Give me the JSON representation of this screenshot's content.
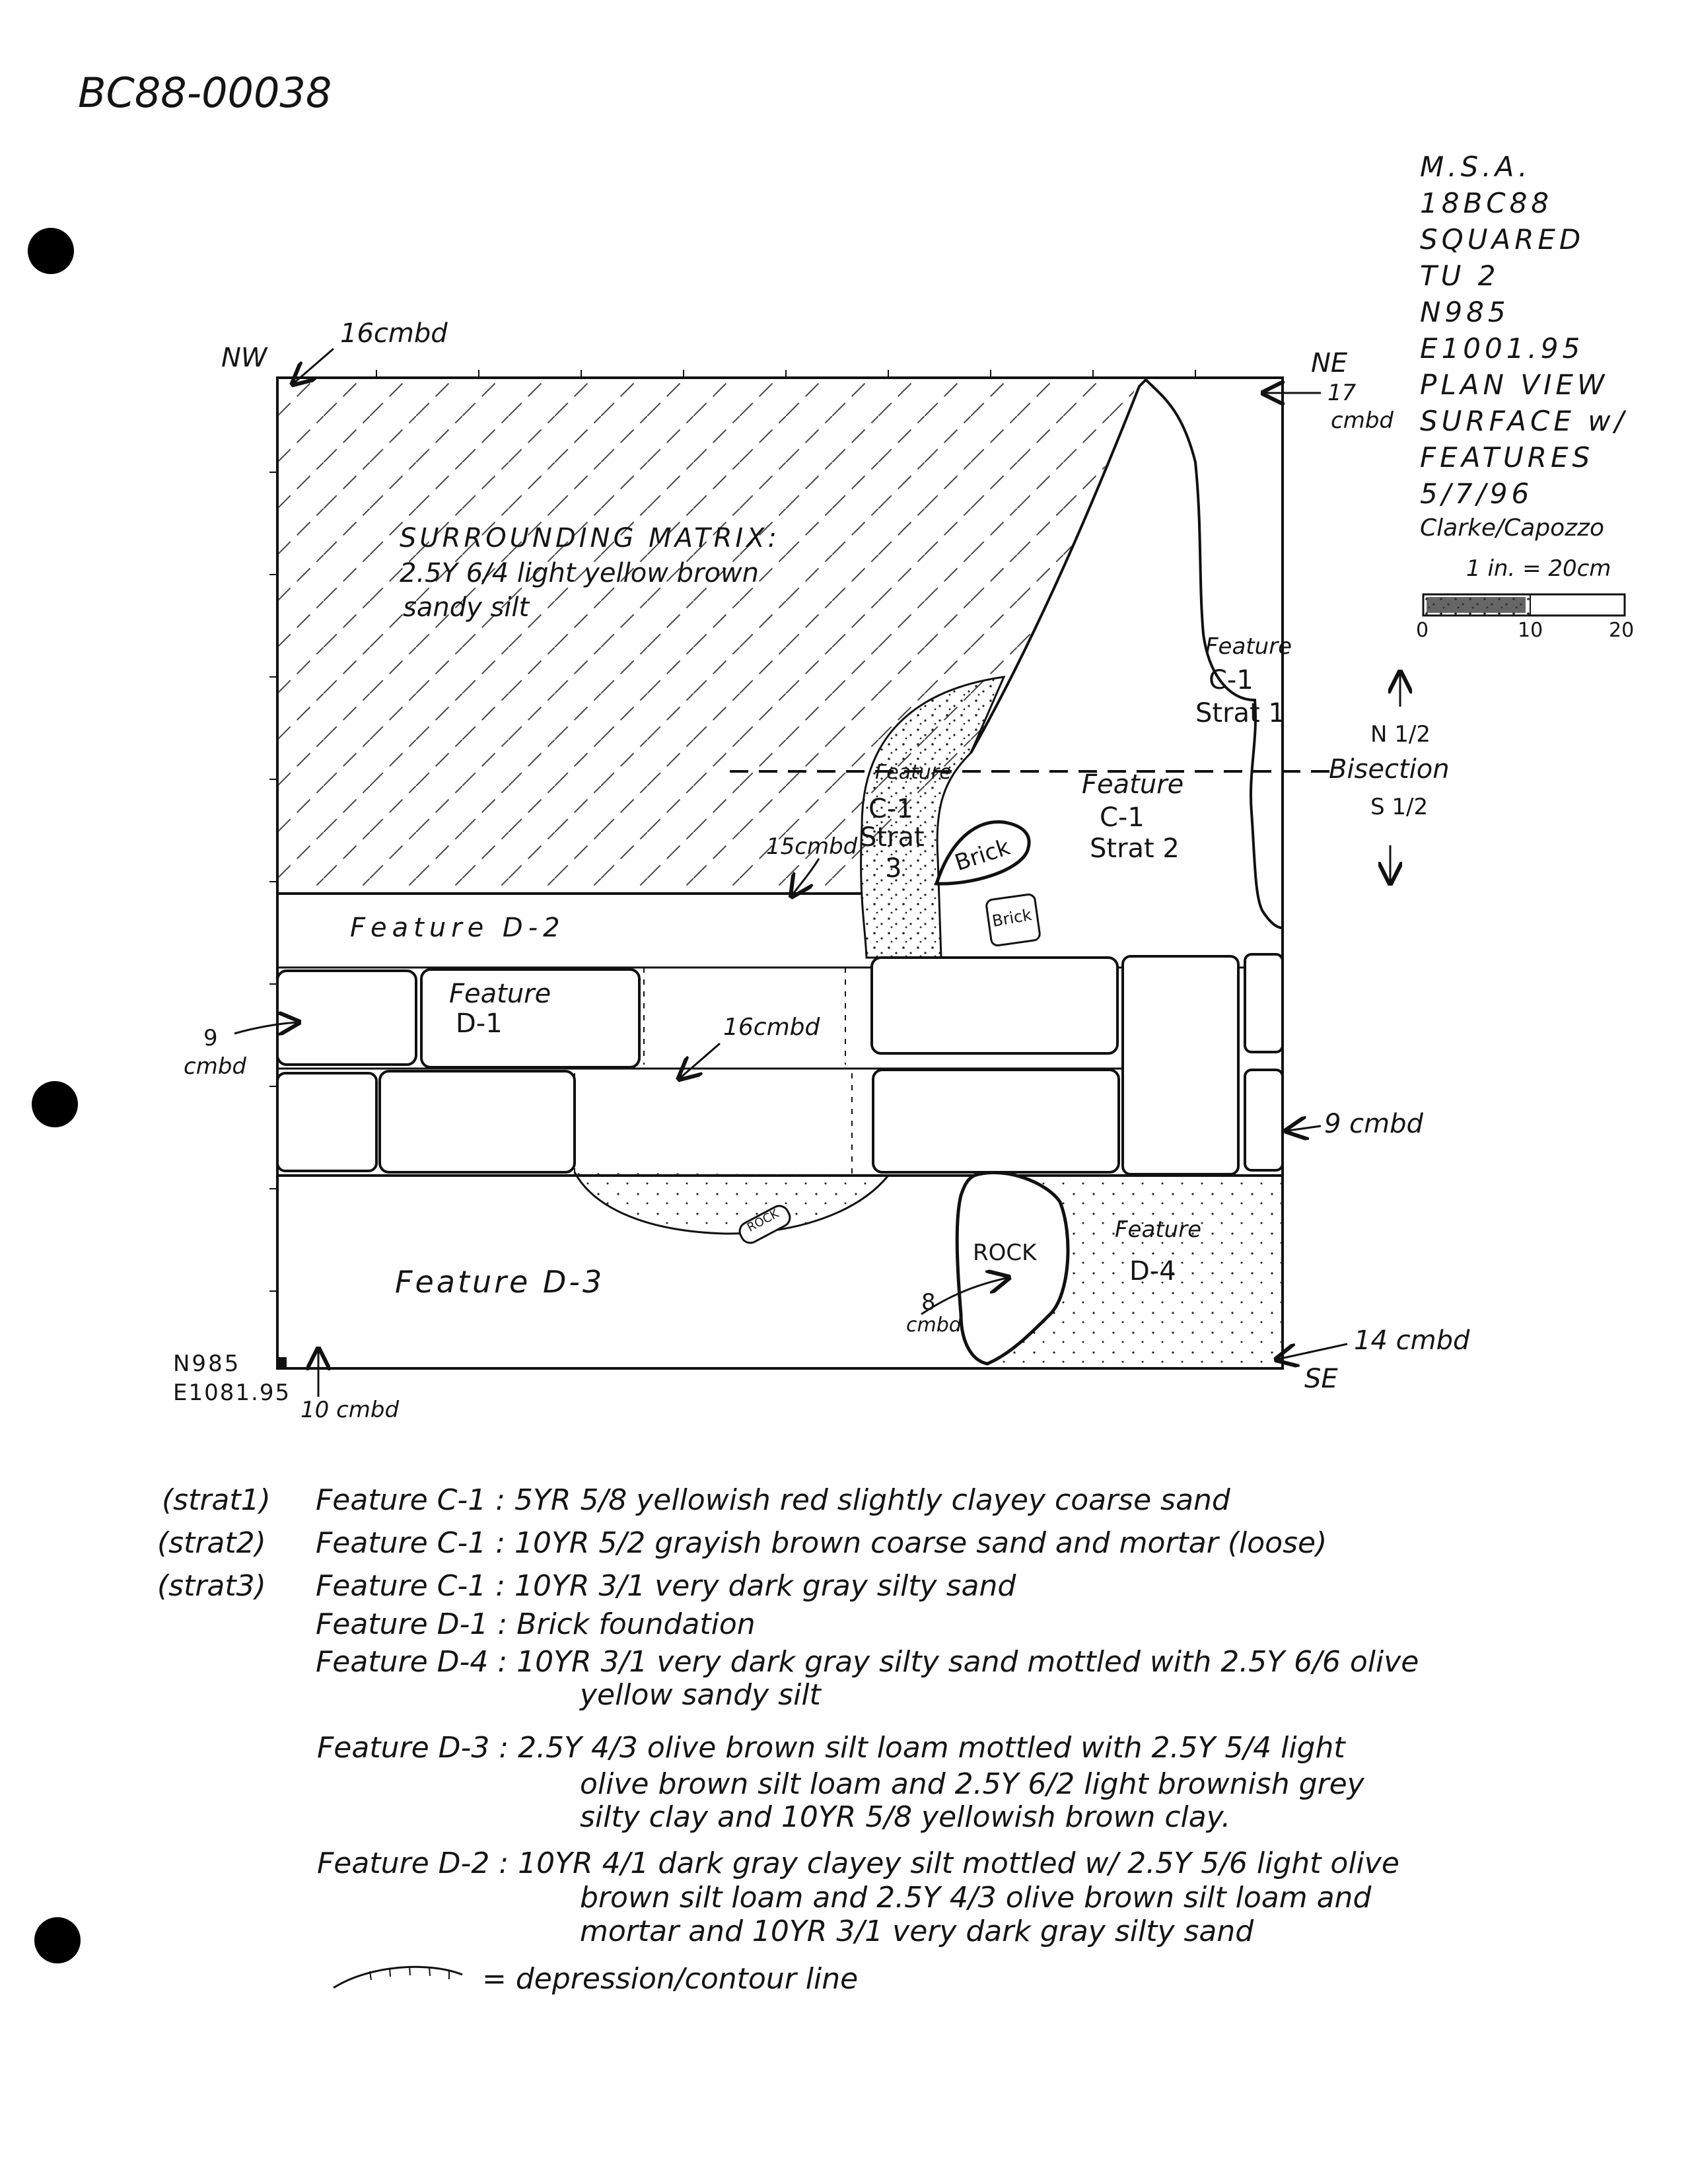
{
  "doc_id": "BC88-00038",
  "header": {
    "lines": [
      "M.S.A.",
      "18BC88",
      "SQUARED",
      "TU 2",
      "N985",
      "E1001.95",
      "PLAN VIEW",
      "SURFACE w/",
      "FEATURES",
      "5/7/96",
      "Clarke/Capozzo"
    ],
    "scale_text": "1 in. = 20cm",
    "scale_ticks": [
      "0",
      "10",
      "20"
    ]
  },
  "corners": {
    "nw": "NW",
    "nw_depth": "16cmbd",
    "ne": "NE",
    "ne_depth_1": "17",
    "ne_depth_2": "cmbd",
    "se": "SE",
    "se_depth": "14 cmbd",
    "sw_n": "N985",
    "sw_e": "E1081.95",
    "sw_depth": "10 cmbd"
  },
  "bisection": {
    "north": "N 1/2",
    "label": "Bisection",
    "south": "S 1/2"
  },
  "plan_labels": {
    "matrix_1": "SURROUNDING MATRIX:",
    "matrix_2": "2.5Y 6/4 light yellow brown",
    "matrix_3": "sandy silt",
    "c1s1_1": "Feature",
    "c1s1_2": "C-1",
    "c1s1_3": "Strat 1",
    "c1s2_1": "Feature",
    "c1s2_2": "C-1",
    "c1s2_3": "Strat 2",
    "c1s3_1": "Feature",
    "c1s3_2": "C-1",
    "c1s3_3": "Strat",
    "c1s3_4": "3",
    "brick_1": "Brick",
    "brick_2": "Brick",
    "d2": "Feature D-2",
    "d1_1": "Feature",
    "d1_2": "D-1",
    "d3": "Feature D-3",
    "d4_1": "Feature",
    "d4_2": "D-4",
    "rock_big": "ROCK",
    "rock_small": "ROCK",
    "depth_15": "15cmbd",
    "depth_16": "16cmbd",
    "depth_9_left_1": "9",
    "depth_9_left_2": "cmbd",
    "depth_9_right": "9 cmbd",
    "depth_8_1": "8",
    "depth_8_2": "cmbd"
  },
  "legend": [
    {
      "strat": "(strat1)",
      "text": "Feature C-1 : 5YR 5/8 yellowish red slightly clayey coarse sand"
    },
    {
      "strat": "(strat2)",
      "text": "Feature C-1 : 10YR 5/2 grayish brown coarse sand and mortar (loose)"
    },
    {
      "strat": "(strat3)",
      "text": "Feature C-1 : 10YR 3/1 very dark gray silty sand"
    },
    {
      "strat": "",
      "text": "Feature D-1 : Brick foundation"
    },
    {
      "strat": "",
      "text": "Feature D-4 : 10YR 3/1 very dark gray silty sand mottled with 2.5Y 6/6 olive"
    },
    {
      "strat": "",
      "text": "yellow sandy silt"
    },
    {
      "strat": "",
      "text": "Feature D-3 : 2.5Y 4/3 olive brown silt loam mottled with 2.5Y 5/4 light"
    },
    {
      "strat": "",
      "text": "olive brown silt loam and 2.5Y 6/2 light brownish grey"
    },
    {
      "strat": "",
      "text": "silty clay and 10YR 5/8 yellowish brown clay."
    },
    {
      "strat": "",
      "text": "Feature D-2 : 10YR 4/1 dark gray clayey silt mottled w/ 2.5Y 5/6 light olive"
    },
    {
      "strat": "",
      "text": "brown silt loam and 2.5Y 4/3 olive brown silt loam and"
    },
    {
      "strat": "",
      "text": "mortar and 10YR 3/1 very dark gray silty sand"
    }
  ],
  "contour_key": "= depression/contour line"
}
